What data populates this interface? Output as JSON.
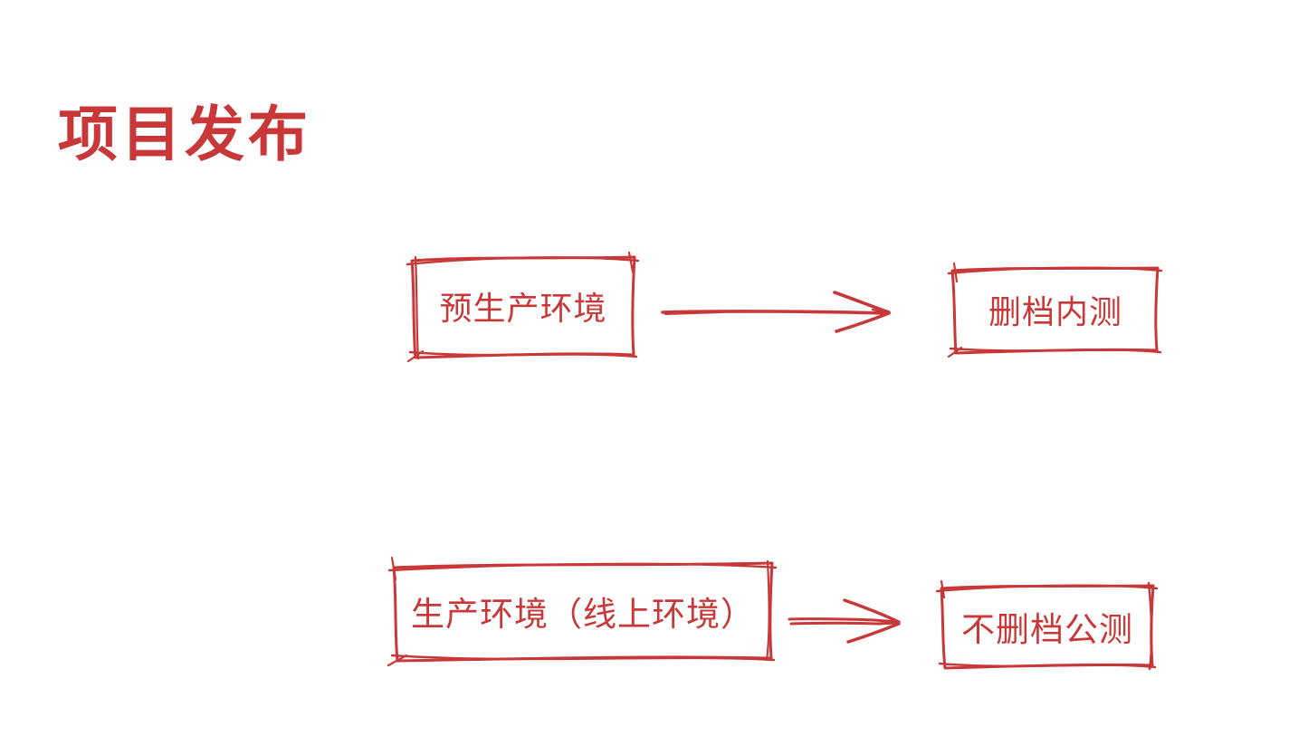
{
  "canvas": {
    "background": "#ffffff",
    "ink_color": "#c93838"
  },
  "diagram": {
    "title": "项目发布",
    "rows": [
      {
        "source": {
          "label": "预生产环境"
        },
        "connector": "arrow-right",
        "target": {
          "label": "删档内测"
        }
      },
      {
        "source": {
          "label": "生产环境（线上环境）"
        },
        "connector": "arrow-right",
        "target": {
          "label": "不删档公测"
        }
      }
    ]
  }
}
